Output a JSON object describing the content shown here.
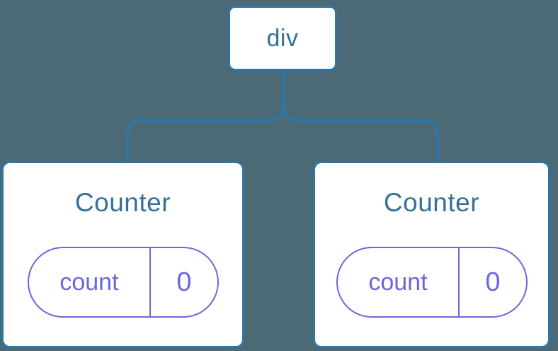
{
  "diagram": {
    "title": "component-tree-with-state",
    "root": {
      "label": "div"
    },
    "children": [
      {
        "title": "Counter",
        "state": {
          "label": "count",
          "value": "0"
        }
      },
      {
        "title": "Counter",
        "state": {
          "label": "count",
          "value": "0"
        }
      }
    ]
  },
  "colors": {
    "background": "#4C6A76",
    "card_fill": "#FFFFFF",
    "card_border": "#2E76A8",
    "connector_line": "#2E76A8",
    "node_label_text": "#35719B",
    "state_accent": "#6B66E0"
  }
}
